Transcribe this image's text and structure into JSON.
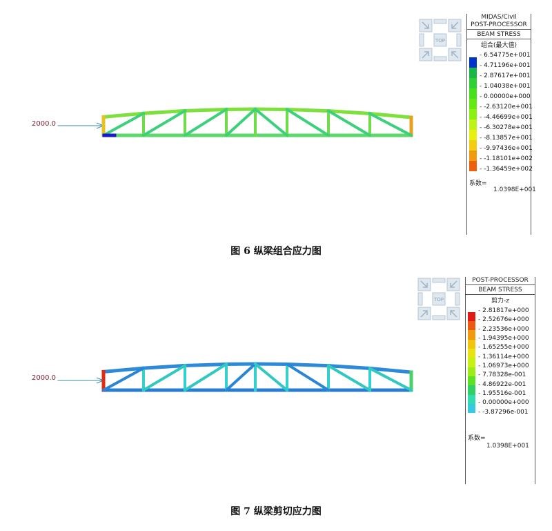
{
  "panels": [
    {
      "software_title": "MIDAS/Civil",
      "post_title": "POST-PROCESSOR",
      "stress_title": "BEAM STRESS",
      "component": "组合(最大值)",
      "legend_values": [
        "6.54775e+001",
        "4.71196e+001",
        "2.87617e+001",
        "1.04038e+001",
        "0.00000e+000",
        "-2.63120e+001",
        "-4.46699e+001",
        "-6.30278e+001",
        "-8.13857e+001",
        "-9.97436e+001",
        "-1.18101e+002",
        "-1.36459e+002"
      ],
      "legend_colors": [
        "#0033cc",
        "#18b848",
        "#2ed034",
        "#46e01c",
        "#64ea10",
        "#8cf010",
        "#bef414",
        "#e8f010",
        "#f4cc10",
        "#f09a10",
        "#ec6010",
        "#e02c14"
      ],
      "factor_label": "系数=",
      "factor_value": "1.0398E+001",
      "load_label": "2000.0",
      "caption": "图 6   纵梁组合应力图",
      "truss_colors": {
        "top_chord": "#7ee03c",
        "bottom_chord": "#5cd96a",
        "diagonal": "#3dd07c",
        "vertical": "#6fdc4a",
        "left_end": "#e8c020",
        "left_support": "#1a1acc",
        "right_end": "#e8a020"
      }
    },
    {
      "post_title": "POST-PROCESSOR",
      "stress_title": "BEAM STRESS",
      "component": "剪力-z",
      "legend_values": [
        "2.81817e+000",
        "2.52676e+000",
        "2.23536e+000",
        "1.94395e+000",
        "1.65255e+000",
        "1.36114e+000",
        "1.06973e+000",
        "7.78328e-001",
        "4.86922e-001",
        "1.95516e-001",
        "0.00000e+000",
        "-3.87296e-001"
      ],
      "legend_colors": [
        "#e01a14",
        "#ec5a12",
        "#f09a10",
        "#f2c410",
        "#e8e410",
        "#c8f012",
        "#9cec18",
        "#5ce024",
        "#30d064",
        "#30dcb0",
        "#38c8e0",
        "#2a78d8"
      ],
      "factor_label": "系数=",
      "factor_value": "1.0398E+001",
      "load_label": "2000.0",
      "caption": "图 7   纵梁剪切应力图",
      "truss_colors": {
        "top_chord": "#2c8ad8",
        "bottom_chord": "#2a7ed0",
        "diagonal": "#30c8c0",
        "diagonal_alt": "#2a86d4",
        "vertical": "#34d0d0",
        "left_end": "#e02a14",
        "right_end": "#4ad06a"
      }
    }
  ]
}
